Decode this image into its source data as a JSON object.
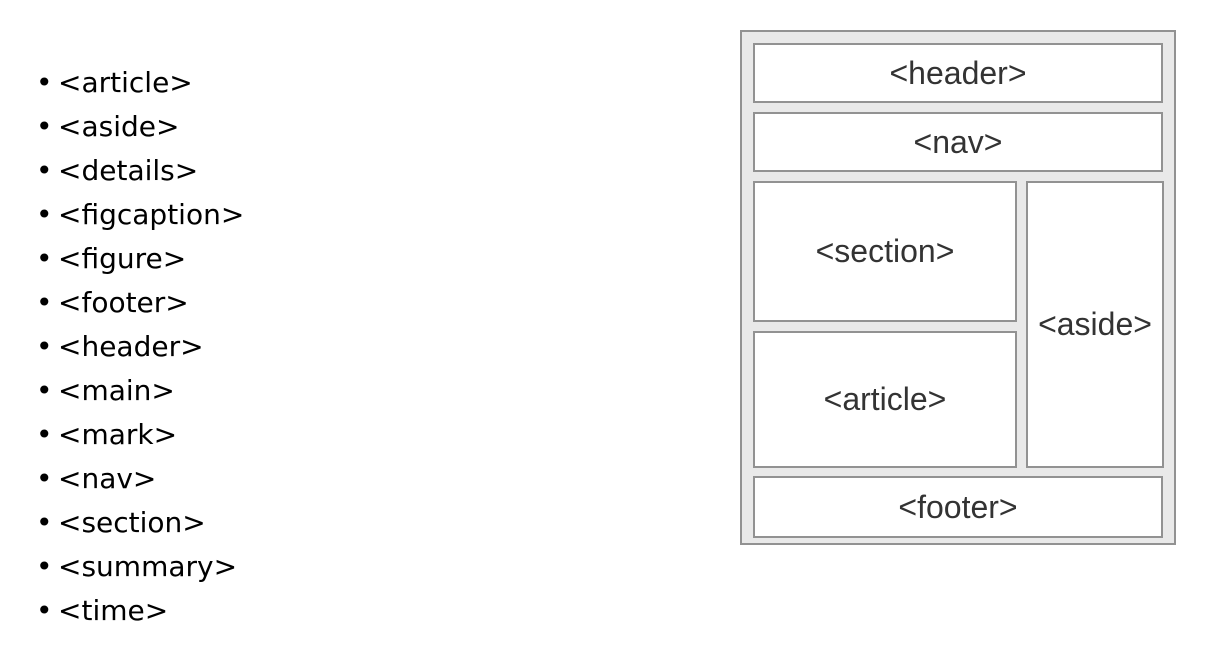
{
  "element_list": {
    "items": [
      "<article>",
      "<aside>",
      "<details>",
      "<figcaption>",
      "<figure>",
      "<footer>",
      "<header>",
      "<main>",
      "<mark>",
      "<nav>",
      "<section>",
      "<summary>",
      "<time>"
    ]
  },
  "layout_diagram": {
    "boxes": {
      "header": "<header>",
      "nav": "<nav>",
      "section": "<section>",
      "article": "<article>",
      "aside": "<aside>",
      "footer": "<footer>"
    },
    "colors": {
      "diagram_background": "#e9e9e9",
      "box_border": "#929292",
      "box_background": "#ffffff",
      "label_text": "#333333",
      "list_text": "#000000"
    }
  }
}
